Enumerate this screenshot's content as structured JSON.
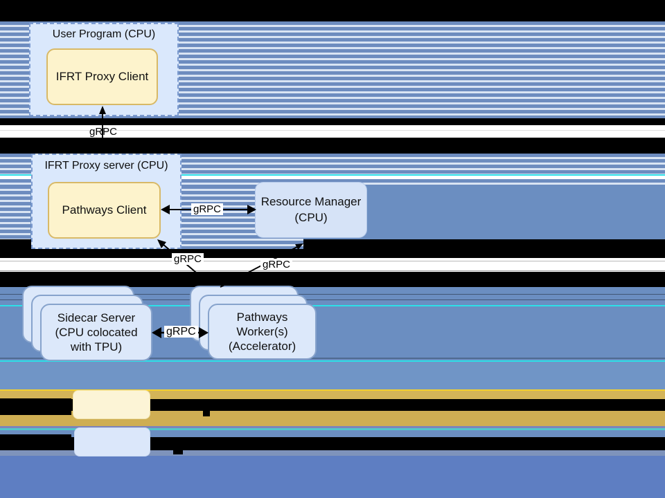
{
  "diagram": {
    "groups": [
      {
        "title": "User Program (CPU)",
        "child": "IFRT Proxy Client"
      },
      {
        "title": "IFRT Proxy server (CPU)",
        "child": "Pathways Client"
      }
    ],
    "nodes": {
      "resource_manager": "Resource Manager (CPU)",
      "sidecar_server": "Sidecar Server (CPU colocated with TPU)",
      "pathways_workers": "Pathways Worker(s) (Accelerator)"
    },
    "edge_labels": [
      "gRPC",
      "gRPC",
      "gRPC",
      "gRPC",
      "gRPC"
    ]
  },
  "colors": {
    "node_blue_fill": "#dae8fc",
    "node_blue_border": "#87a3cc",
    "node_yellow_fill": "#fdf3cc",
    "node_yellow_border": "#d8b967",
    "stripe_blue": "#6d8cbf",
    "stripe_light": "#d9e4f3",
    "solid_blue": "#6b8ec1",
    "bottom_blue": "#5e7ec2",
    "band_gold": "#d4b458",
    "band_cyan": "#2ce0e8",
    "background_black": "#000000"
  }
}
